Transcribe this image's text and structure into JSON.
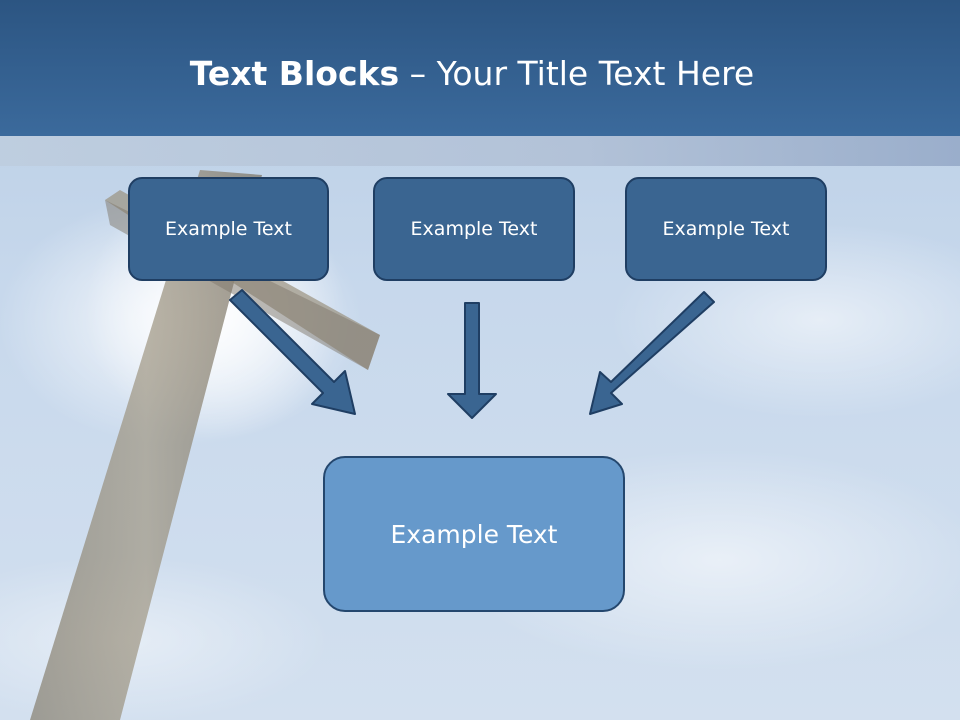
{
  "slide": {
    "title": {
      "bold": "Text Blocks",
      "separator": " – ",
      "rest": "Your Title Text Here"
    },
    "top_boxes": [
      {
        "label": "Example Text"
      },
      {
        "label": "Example Text"
      },
      {
        "label": "Example Text"
      }
    ],
    "bottom_box": {
      "label": "Example Text"
    },
    "colors": {
      "header": "#3b6a9c",
      "box_fill": "#3a6591",
      "box_border": "#1f3e63",
      "bottom_box_fill": "#6699cb",
      "arrow_fill": "#3a6591"
    }
  }
}
